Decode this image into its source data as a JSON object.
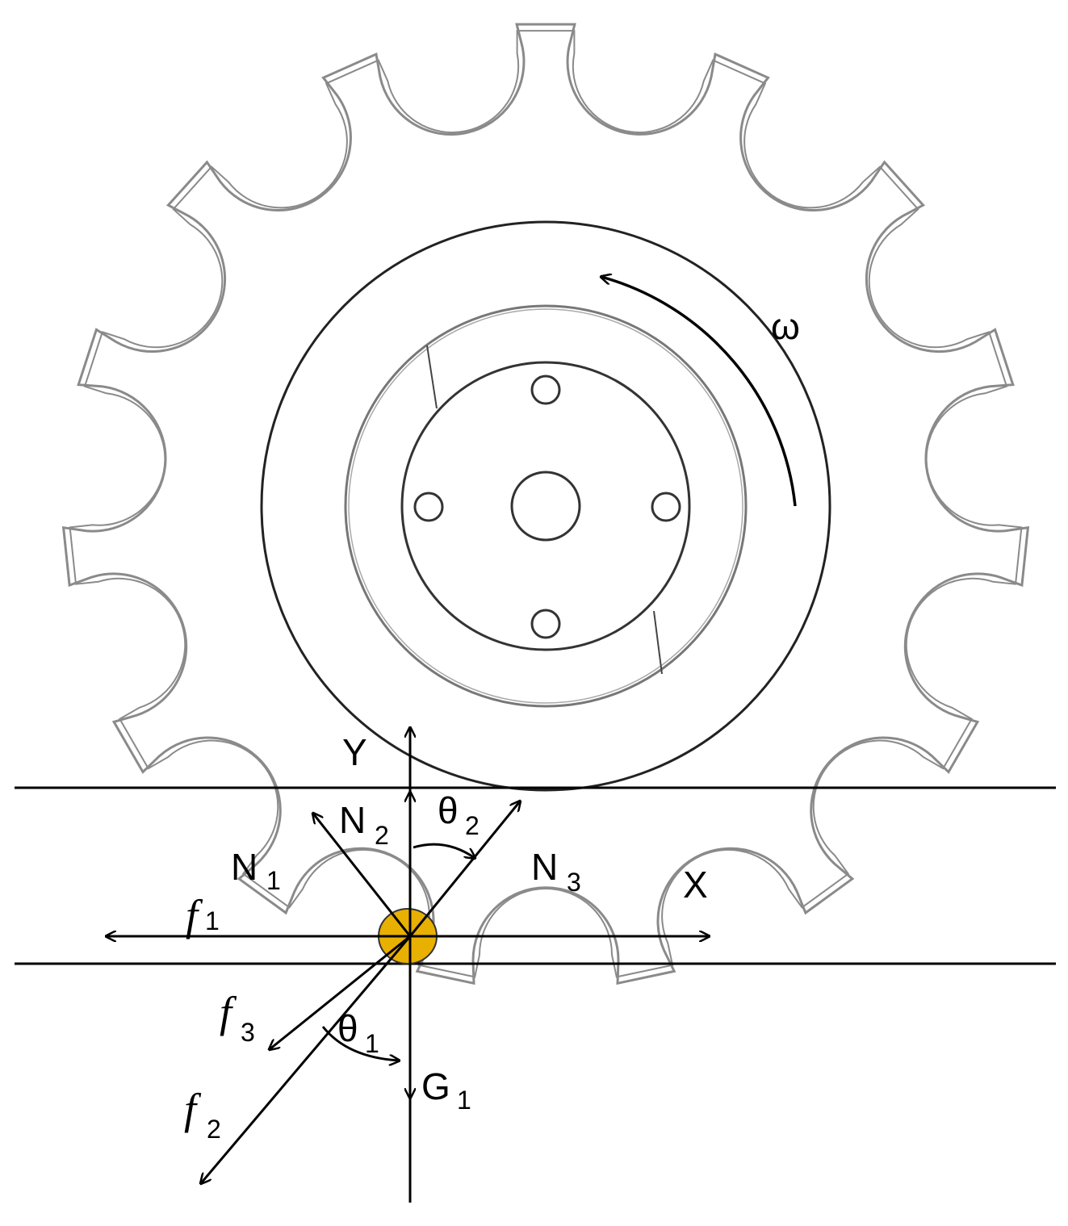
{
  "labels": {
    "omega": "ω",
    "y_axis": "Y",
    "x_axis": "X",
    "n1": "N",
    "n1_sub": "1",
    "n2": "N",
    "n2_sub": "2",
    "n3": "N",
    "n3_sub": "3",
    "theta2": "θ",
    "theta2_sub": "2",
    "theta1": "θ",
    "theta1_sub": "1",
    "f1": "f",
    "f1_sub": "1",
    "f2": "f",
    "f2_sub": "2",
    "f3": "f",
    "f3_sub": "3",
    "g1": "G",
    "g1_sub": "1"
  },
  "colors": {
    "stroke": "#000000",
    "gear_outline": "#9a9a9a",
    "particle": "#e8b000"
  },
  "gear": {
    "teeth": 15
  }
}
